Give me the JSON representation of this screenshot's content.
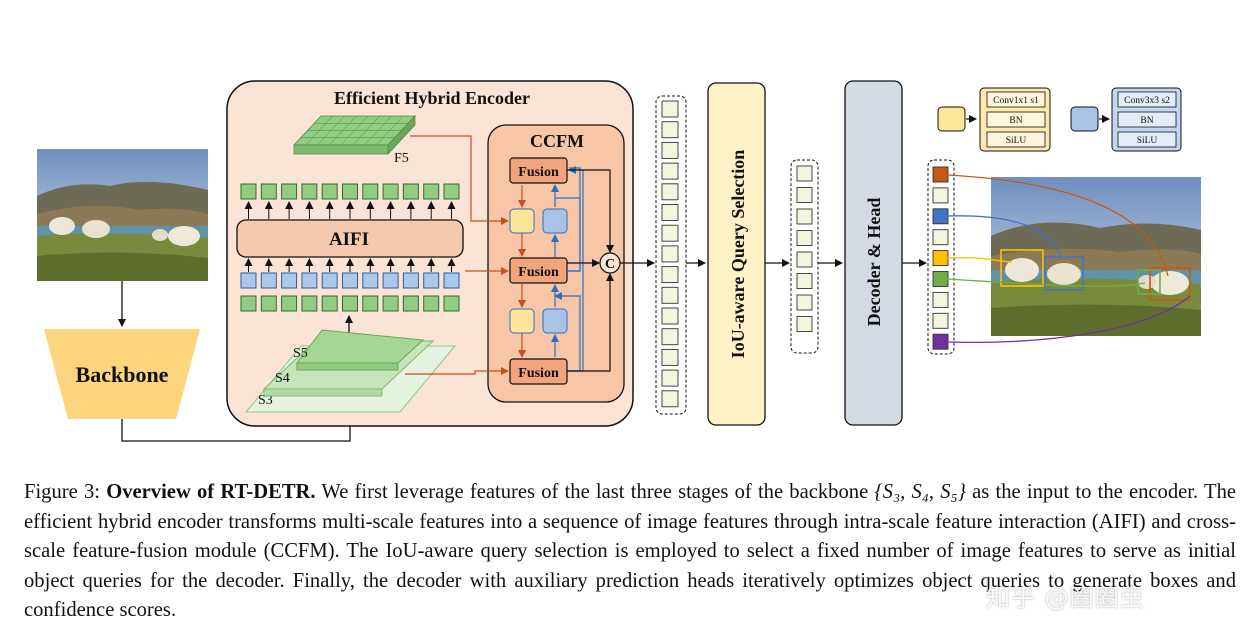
{
  "diagram": {
    "backbone_label": "Backbone",
    "encoder_title": "Efficient Hybrid Encoder",
    "aifi_label": "AIFI",
    "f5_label": "F5",
    "s5_label": "S5",
    "s4_label": "S4",
    "s3_label": "S3",
    "ccfm_title": "CCFM",
    "fusion_label": "Fusion",
    "concat_symbol": "C",
    "query_selection_label": "IoU-aware Query Selection",
    "decoder_label": "Decoder & Head",
    "legend": {
      "yellow_block": [
        "Conv1x1 s1",
        "BN",
        "SiLU"
      ],
      "blue_block": [
        "Conv3x3 s2",
        "BN",
        "SiLU"
      ]
    },
    "colors": {
      "encoder_bg": "#fbe3d6",
      "ccfm_bg": "#f6c6a6",
      "fusion": "#f2a47c",
      "aifi": "#f5c9ae",
      "green_token": "#92cc82",
      "blue_token": "#a9c8ec",
      "yellow_block": "#fde59a",
      "blue_block": "#a9c3e8",
      "backbone": "#fcd57e",
      "query_selection": "#fdf1c8",
      "decoder": "#d3dae4",
      "orange_query": "#c55a11",
      "blue_query": "#4472c4",
      "gold_query": "#ffc000",
      "green_query": "#70ad47",
      "purple_query": "#7030a0"
    }
  },
  "caption": {
    "prefix": "Figure 3: ",
    "title": "Overview of RT-DETR.",
    "text_before_math": " We first leverage features of the last three stages of the backbone ",
    "math": "{S₃, S₄, S₅}",
    "text_after_math": " as the input to the encoder. The efficient hybrid encoder transforms multi-scale features into a sequence of image features through intra-scale feature interaction (AIFI) and cross-scale feature-fusion module (CCFM). The IoU-aware query selection is employed to select a fixed number of image features to serve as initial object queries for the decoder. Finally, the decoder with auxiliary prediction heads iteratively optimizes object queries to generate boxes and confidence scores."
  },
  "watermark": "知乎 @圈圈虫"
}
